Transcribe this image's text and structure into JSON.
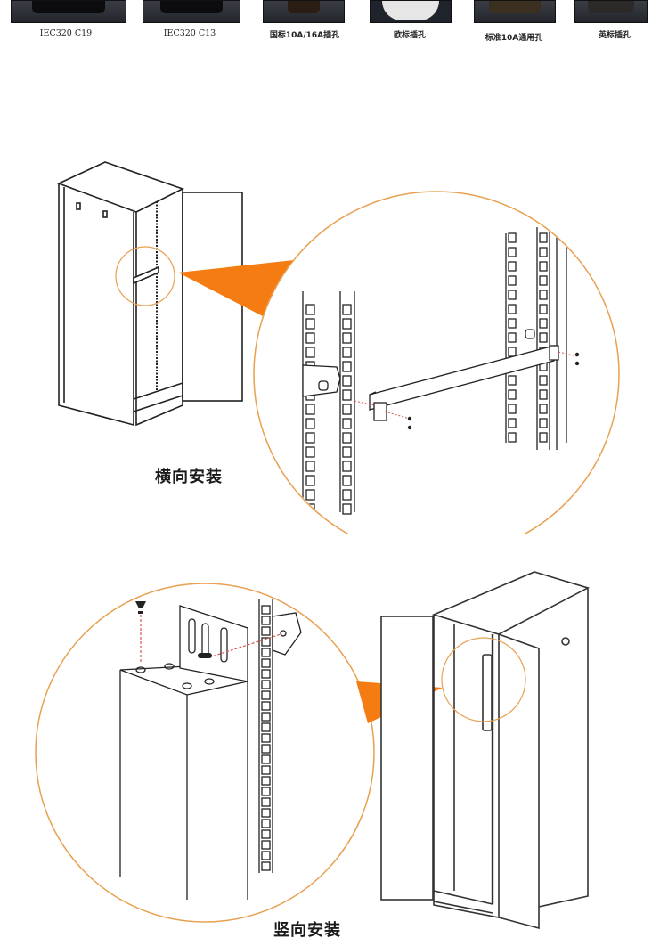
{
  "socket_types": [
    {
      "label": "IEC320 C19",
      "icon": "iec-c19-socket-icon"
    },
    {
      "label": "IEC320 C13",
      "icon": "iec-c13-socket-icon"
    },
    {
      "label": "国标10A/16A插孔",
      "icon": "cn-socket-icon"
    },
    {
      "label": "欧标插孔",
      "icon": "eu-socket-icon"
    },
    {
      "label": "标准10A通用孔",
      "icon": "universal-socket-icon"
    },
    {
      "label": "英标插孔",
      "icon": "uk-socket-icon"
    }
  ],
  "installation": {
    "horizontal": {
      "caption": "横向安装"
    },
    "vertical": {
      "caption": "竖向安装"
    }
  },
  "colors": {
    "accent_orange": "#f57c12",
    "circle_outline": "#e8a050",
    "line_art": "#222222",
    "screw_guide": "#d9534f"
  }
}
